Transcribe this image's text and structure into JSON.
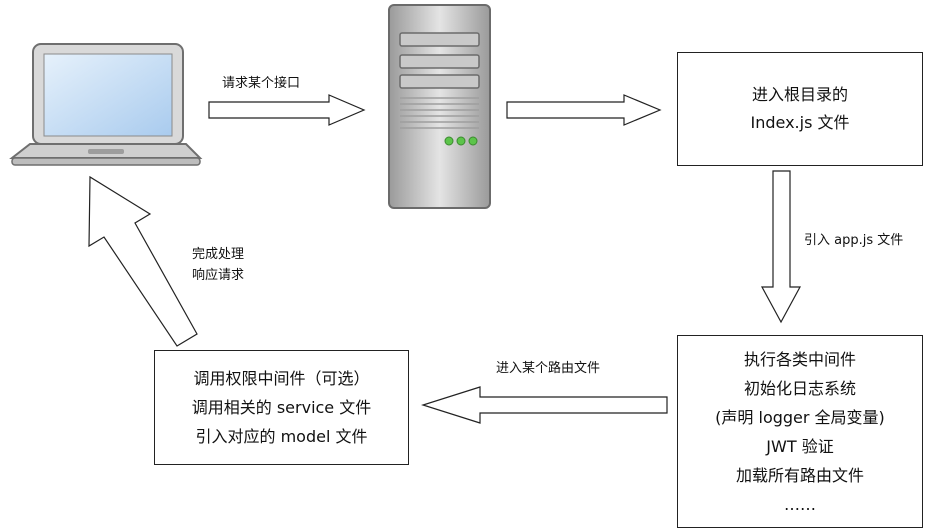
{
  "colors": {
    "stroke": "#222222",
    "arrow_fill": "#ffffff",
    "laptop_frame": "#d6d6d6",
    "laptop_screen": "#c7dff5",
    "server_body": "#d9d9d9",
    "server_led": "#5cc44a"
  },
  "icons": {
    "client": "laptop-icon",
    "server": "server-icon"
  },
  "labels": {
    "request": "请求某个接口",
    "import_app": "引入 app.js 文件",
    "enter_route": "进入某个路由文件",
    "done": [
      "完成处理",
      "响应请求"
    ]
  },
  "boxes": {
    "index": [
      "进入根目录的",
      "Index.js 文件"
    ],
    "app": [
      "执行各类中间件",
      "初始化日志系统",
      "(声明 logger 全局变量)",
      "JWT 验证",
      "加载所有路由文件",
      "……"
    ],
    "route": [
      "调用权限中间件（可选）",
      "调用相关的 service 文件",
      "引入对应的 model 文件"
    ]
  }
}
